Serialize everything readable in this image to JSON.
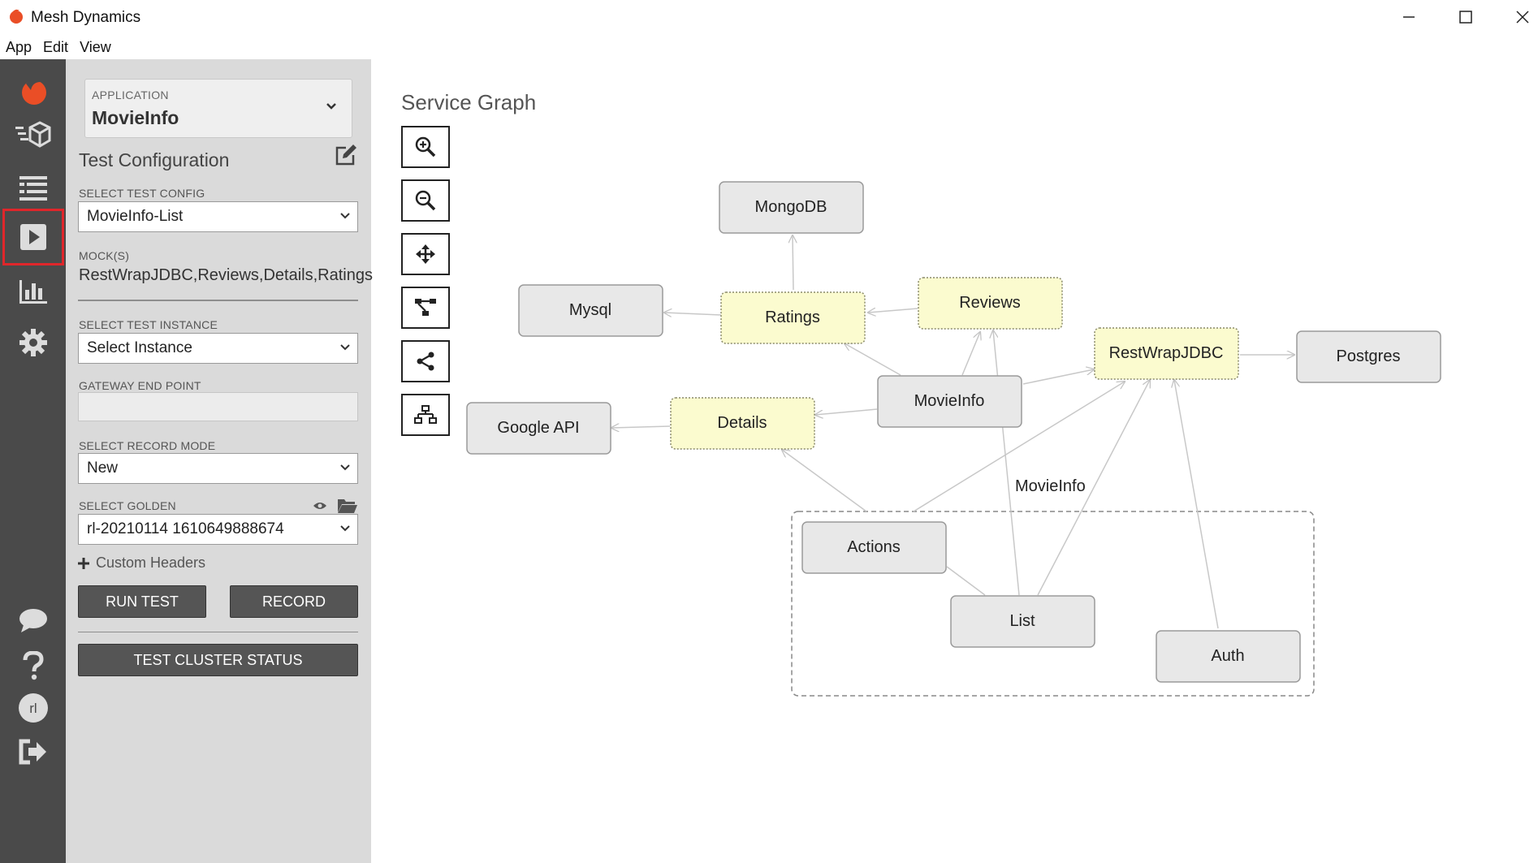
{
  "window": {
    "title": "Mesh Dynamics",
    "logo_icon": "mesh-dynamics-logo"
  },
  "menu": {
    "items": [
      "App",
      "Edit",
      "View"
    ]
  },
  "rail": {
    "items": [
      {
        "icon": "logo-icon"
      },
      {
        "icon": "services-cube-icon"
      },
      {
        "icon": "list-icon"
      },
      {
        "icon": "play-icon",
        "active": true
      },
      {
        "icon": "bar-chart-icon"
      },
      {
        "icon": "settings-gear-icon"
      },
      {
        "icon": "chat-icon"
      },
      {
        "icon": "help-icon"
      },
      {
        "icon": "avatar",
        "text": "rl"
      },
      {
        "icon": "logout-icon"
      }
    ],
    "avatar_text": "rl"
  },
  "sidebar": {
    "application_label": "APPLICATION",
    "application_value": "MovieInfo",
    "section_title": "Test Configuration",
    "test_config_label": "SELECT TEST CONFIG",
    "test_config_value": "MovieInfo-List",
    "mocks_label": "MOCK(S)",
    "mocks_value": "RestWrapJDBC,Reviews,Details,Ratings",
    "test_instance_label": "SELECT TEST INSTANCE",
    "test_instance_value": "Select Instance",
    "gateway_label": "GATEWAY END POINT",
    "gateway_value": "",
    "record_mode_label": "SELECT RECORD MODE",
    "record_mode_value": "New",
    "golden_label": "SELECT GOLDEN",
    "golden_value": "rl-20210114 1610649888674",
    "custom_headers_label": "Custom Headers",
    "run_test_label": "RUN TEST",
    "record_label": "RECORD",
    "cluster_status_label": "TEST CLUSTER STATUS"
  },
  "graph": {
    "title": "Service Graph",
    "tools": [
      "zoom-in-icon",
      "zoom-out-icon",
      "pan-icon",
      "layout-tree-icon",
      "share-icon",
      "hierarchy-icon"
    ],
    "group_label": "MovieInfo",
    "nodes": [
      {
        "id": "mongodb",
        "label": "MongoDB",
        "mocked": false
      },
      {
        "id": "mysql",
        "label": "Mysql",
        "mocked": false
      },
      {
        "id": "ratings",
        "label": "Ratings",
        "mocked": true
      },
      {
        "id": "reviews",
        "label": "Reviews",
        "mocked": true
      },
      {
        "id": "restwrapjdbc",
        "label": "RestWrapJDBC",
        "mocked": true
      },
      {
        "id": "postgres",
        "label": "Postgres",
        "mocked": false
      },
      {
        "id": "movieinfo",
        "label": "MovieInfo",
        "mocked": false
      },
      {
        "id": "googleapi",
        "label": "Google API",
        "mocked": false
      },
      {
        "id": "details",
        "label": "Details",
        "mocked": true
      },
      {
        "id": "actions",
        "label": "Actions",
        "mocked": false
      },
      {
        "id": "list",
        "label": "List",
        "mocked": false
      },
      {
        "id": "auth",
        "label": "Auth",
        "mocked": false
      }
    ],
    "colors": {
      "mocked_fill": "#fbfbcf",
      "normal_fill": "#e8e8e8",
      "edge": "#c8c8c8"
    }
  }
}
